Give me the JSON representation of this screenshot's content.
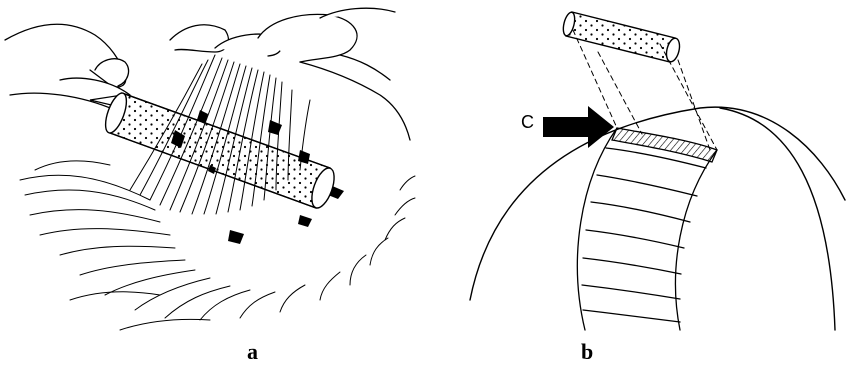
{
  "panels": [
    {
      "label": "a"
    },
    {
      "label": "b",
      "callout": "C"
    }
  ],
  "colors": {
    "ink": "#000000",
    "paper": "#ffffff"
  }
}
